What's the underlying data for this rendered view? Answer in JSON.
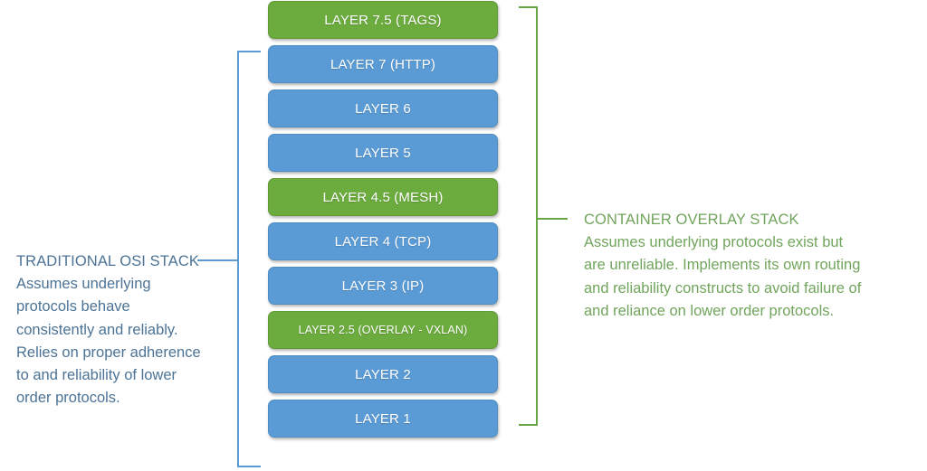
{
  "diagram": {
    "title": "OSI stack with container overlay layers",
    "colors": {
      "blue_box": "#5b9bd5",
      "green_box": "#6cab3e",
      "blue_text": "#4c7396",
      "green_text": "#71a45c",
      "box_label": "#ffffff"
    }
  },
  "stack": {
    "layers": [
      {
        "label": "LAYER 7.5 (TAGS)",
        "color": "green",
        "small": false
      },
      {
        "label": "LAYER 7 (HTTP)",
        "color": "blue",
        "small": false
      },
      {
        "label": "LAYER 6",
        "color": "blue",
        "small": false
      },
      {
        "label": "LAYER 5",
        "color": "blue",
        "small": false
      },
      {
        "label": "LAYER 4.5 (MESH)",
        "color": "green",
        "small": false
      },
      {
        "label": "LAYER 4 (TCP)",
        "color": "blue",
        "small": false
      },
      {
        "label": "LAYER 3 (IP)",
        "color": "blue",
        "small": false
      },
      {
        "label": "LAYER 2.5 (OVERLAY - VXLAN)",
        "color": "green",
        "small": true
      },
      {
        "label": "LAYER 2",
        "color": "blue",
        "small": false
      },
      {
        "label": "LAYER 1",
        "color": "blue",
        "small": false
      }
    ]
  },
  "annotations": {
    "left": {
      "title": "TRADITIONAL OSI STACK",
      "body": "Assumes underlying protocols behave consistently and reliably. Relies on proper adherence to and reliability of lower order protocols."
    },
    "right": {
      "title": "CONTAINER OVERLAY STACK",
      "body": "Assumes underlying protocols exist but are unreliable. Implements its own routing and reliability constructs to avoid failure of and reliance on lower order protocols."
    }
  }
}
